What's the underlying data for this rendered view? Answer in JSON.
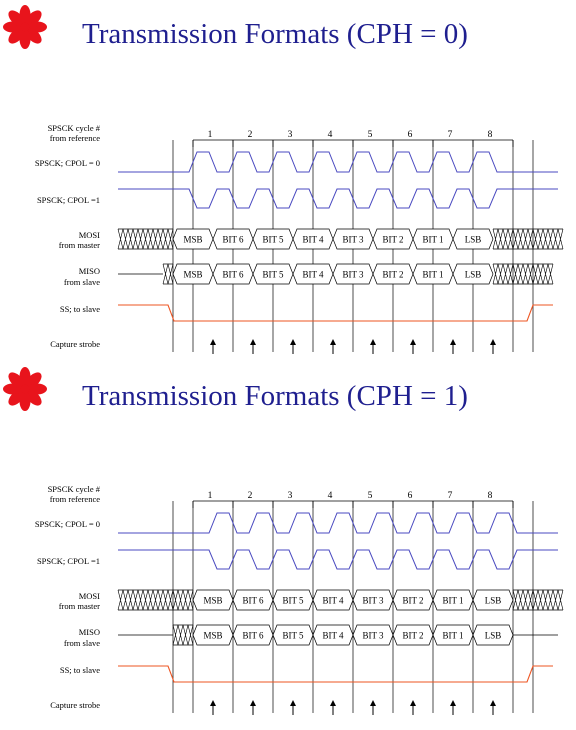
{
  "colors": {
    "title": "#1f1f8f",
    "bullet": "#e8141c",
    "clock": "#4a4ac0",
    "ss": "#ee5522",
    "line": "#000000"
  },
  "sections": [
    {
      "title": "Transmission Formats (CPH = 0)",
      "icon": "asterisk-bullet-icon"
    },
    {
      "title": "Transmission Formats (CPH = 1)",
      "icon": "asterisk-bullet-icon"
    }
  ],
  "signal_labels": {
    "cycle_line1": "SPSCK cycle #",
    "cycle_line2": "from reference",
    "cpol0": "SPSCK; CPOL = 0",
    "cpol1": "SPSCK; CPOL =1",
    "mosi_line1": "MOSI",
    "mosi_line2": "from master",
    "miso_line1": "MISO",
    "miso_line2": "from slave",
    "ss": "SS; to slave",
    "strobe": "Capture strobe"
  },
  "cycles": [
    "1",
    "2",
    "3",
    "4",
    "5",
    "6",
    "7",
    "8"
  ],
  "bits": [
    "MSB",
    "BIT 6",
    "BIT 5",
    "BIT 4",
    "BIT 3",
    "BIT 2",
    "BIT 1",
    "LSB"
  ]
}
